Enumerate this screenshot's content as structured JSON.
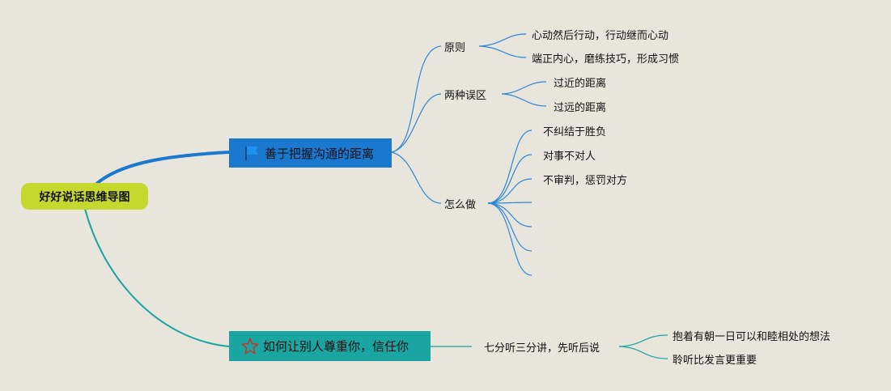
{
  "root": {
    "label": "好好说话思维导图"
  },
  "branch1": {
    "label": "善于把握沟通的距离",
    "icon": "flag-icon",
    "principle": {
      "label": "原则",
      "children": [
        "心动然后行动，行动继而心动",
        "端正内心，磨练技巧，形成习惯"
      ]
    },
    "mistakes": {
      "label": "两种误区",
      "children": [
        "过近的距离",
        "过远的距离"
      ]
    },
    "howto": {
      "label": "怎么做",
      "children": [
        "不纠结于胜负",
        "对事不对人",
        "不审判，惩罚对方"
      ]
    }
  },
  "branch2": {
    "label": "如何让别人尊重你，信任你",
    "icon": "star-icon",
    "listen": {
      "label": "七分听三分讲，先听后说",
      "children": [
        "抱着有朝一日可以和睦相处的想法",
        "聆听比发言更重要"
      ]
    }
  },
  "colors": {
    "root": "#c4d82e",
    "branch1": "#1a78cf",
    "branch2": "#1aa5a0",
    "background": "#e8e5dd"
  }
}
